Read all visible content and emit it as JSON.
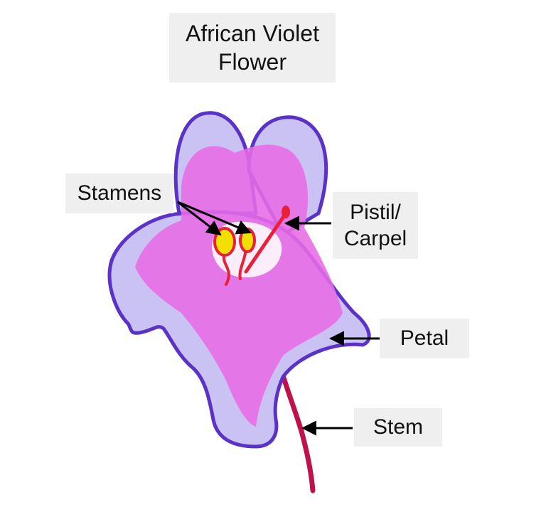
{
  "title": {
    "line1": "African Violet",
    "line2": "Flower"
  },
  "labels": {
    "stamens": "Stamens",
    "pistil_line1": "Pistil/",
    "pistil_line2": "Carpel",
    "petal": "Petal",
    "stem": "Stem"
  },
  "colors": {
    "outline": "#5a32c8",
    "petal_fill": "#c9c2f2",
    "petal_inner": "#e86be6",
    "stem": "#c0124a",
    "anther": "#f4e000",
    "filament": "#e8203a",
    "label_bg": "#efefef"
  }
}
